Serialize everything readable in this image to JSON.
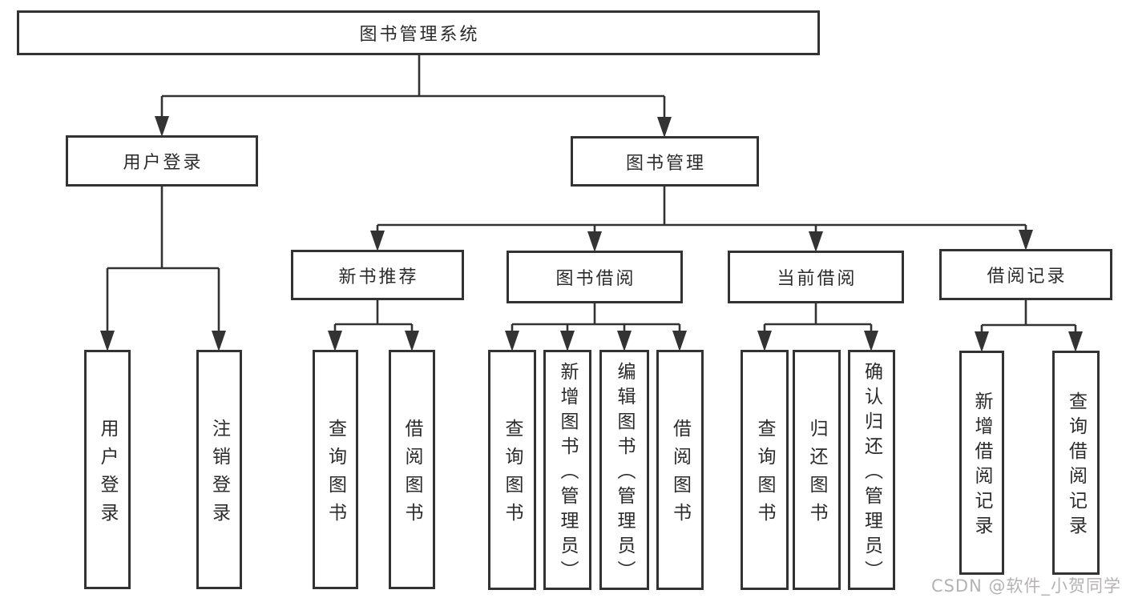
{
  "diagram": {
    "title_node": "图书管理系统",
    "branches": [
      {
        "label": "用户登录",
        "leaves": [
          "用户登录",
          "注销登录"
        ]
      },
      {
        "label": "图书管理",
        "children": [
          {
            "label": "新书推荐",
            "leaves": [
              "查询图书",
              "借阅图书"
            ]
          },
          {
            "label": "图书借阅",
            "leaves": [
              "查询图书",
              "新增图书（管理员）",
              "编辑图书（管理员）",
              "借阅图书"
            ]
          },
          {
            "label": "当前借阅",
            "leaves": [
              "查询图书",
              "归还图书",
              "确认归还（管理员）"
            ]
          },
          {
            "label": "借阅记录",
            "leaves": [
              "新增借阅记录",
              "查询借阅记录"
            ]
          }
        ]
      }
    ]
  },
  "colors": {
    "line": "#333333",
    "box_background": "#ffffff",
    "text": "#2b2b2b",
    "watermark": "#b5b2b2"
  },
  "watermark": {
    "text": "CSDN @软件_小贺同学"
  }
}
